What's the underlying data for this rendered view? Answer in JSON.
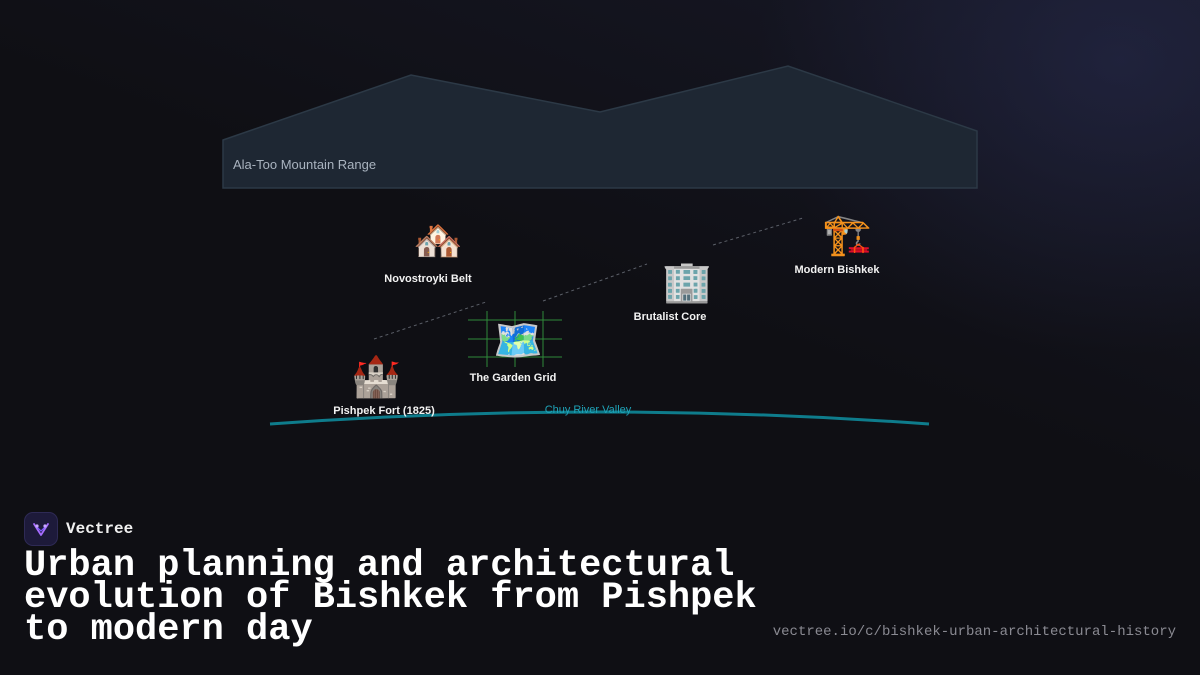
{
  "diagram": {
    "mountain_label": "Ala-Too Mountain Range",
    "river_label": "Chuy River Valley",
    "nodes": [
      {
        "id": "fort",
        "icon": "castle-icon",
        "glyph": "🏰",
        "label": "Pishpek Fort (1825)"
      },
      {
        "id": "grid",
        "icon": "map-icon",
        "glyph": "🗺️",
        "label": "The Garden Grid"
      },
      {
        "id": "novo",
        "icon": "houses-icon",
        "glyph": "🏘️",
        "label": "Novostroyki Belt"
      },
      {
        "id": "brutal",
        "icon": "office-building-icon",
        "glyph": "🏢",
        "label": "Brutalist Core"
      },
      {
        "id": "modern",
        "icon": "construction-crane-icon",
        "glyph": "🏗️",
        "label": "Modern Bishkek"
      }
    ]
  },
  "brand": {
    "name": "Vectree"
  },
  "title": "Urban planning and architectural evolution of Bishkek from Pishpek to modern day",
  "url": "vectree.io/c/bishkek-urban-architectural-history",
  "colors": {
    "background": "#0f0f14",
    "mountain_fill": "#1e2733",
    "river": "#0e7c8c",
    "river_label": "#1fa3b8",
    "grid_lines": "#2f8a3a"
  }
}
